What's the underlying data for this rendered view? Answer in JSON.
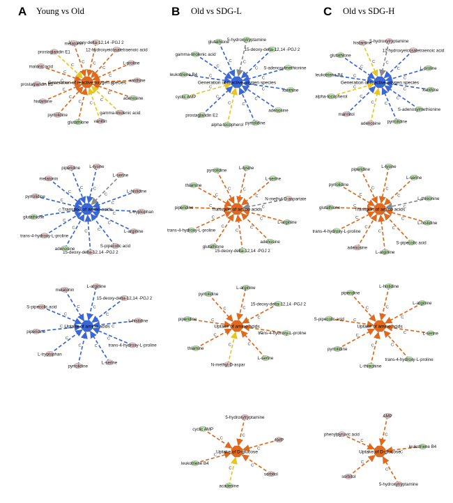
{
  "panels": [
    {
      "letter": "A",
      "title": "Young vs Old"
    },
    {
      "letter": "B",
      "title": "Old vs SDG-L"
    },
    {
      "letter": "C",
      "title": "Old vs SDG-H"
    }
  ],
  "colors": {
    "blue": "#3a66d6",
    "orange": "#dd6a1f",
    "yellow": "#e6c622",
    "gray": "#8a8a8a",
    "green": "#bfe3ad",
    "pink": "#e8c6c9",
    "node_stroke": "#9aa0a0"
  },
  "edge_label": "C",
  "networks": [
    {
      "col": 0,
      "row": 0,
      "hub": "Generation of reactive oxygen species",
      "hub_color": "orange",
      "nodes": [
        {
          "label": "15-deoxy-delta-12,14 -PGJ 2",
          "fill": "pink",
          "edge": "orange"
        },
        {
          "label": "12-hydroxyeicosatetraenoic acid",
          "fill": "pink",
          "edge": "orange"
        },
        {
          "label": "L-proline",
          "fill": "pink",
          "edge": "orange"
        },
        {
          "label": "xanthine",
          "fill": "pink",
          "edge": "orange"
        },
        {
          "label": "adenosine",
          "fill": "green",
          "edge": "orange"
        },
        {
          "label": "gamma-linolenic acid",
          "fill": "pink",
          "edge": "yellow"
        },
        {
          "label": "vanillin",
          "fill": "pink",
          "edge": "yellow"
        },
        {
          "label": "glutathione",
          "fill": "green",
          "edge": "orange"
        },
        {
          "label": "pyrrolidine",
          "fill": "pink",
          "edge": "orange"
        },
        {
          "label": "histamine",
          "fill": "pink",
          "edge": "orange"
        },
        {
          "label": "prostaglandin E2",
          "fill": "pink",
          "edge": "orange"
        },
        {
          "label": "malonic acid",
          "fill": "pink",
          "edge": "orange"
        },
        {
          "label": "prostaglandin E1",
          "fill": "pink",
          "edge": "yellow"
        },
        {
          "label": "melatonin",
          "fill": "pink",
          "edge": "orange"
        }
      ]
    },
    {
      "col": 1,
      "row": 0,
      "hub": "Generation of reactive oxygen species",
      "hub_color": "blue",
      "nodes": [
        {
          "label": "5-hydroxytryptamine",
          "fill": "green",
          "edge": "gray"
        },
        {
          "label": "15-deoxy-delta-12,14 -PGJ 2",
          "fill": "green",
          "edge": "blue"
        },
        {
          "label": "S-adenosylmethionine",
          "fill": "green",
          "edge": "blue"
        },
        {
          "label": "xanthine",
          "fill": "green",
          "edge": "blue"
        },
        {
          "label": "adenosine",
          "fill": "green",
          "edge": "blue"
        },
        {
          "label": "pyrrolidine",
          "fill": "green",
          "edge": "blue"
        },
        {
          "label": "alpha-tocopherol",
          "fill": "green",
          "edge": "yellow"
        },
        {
          "label": "prostaglandin E2",
          "fill": "green",
          "edge": "blue"
        },
        {
          "label": "cyclic AMP",
          "fill": "green",
          "edge": "yellow"
        },
        {
          "label": "leukotriene B4",
          "fill": "green",
          "edge": "blue"
        },
        {
          "label": "gamma-linolenic acid",
          "fill": "green",
          "edge": "blue"
        },
        {
          "label": "glutathione",
          "fill": "green",
          "edge": "blue"
        }
      ]
    },
    {
      "col": 2,
      "row": 0,
      "hub": "Generation of reactive oxygen species",
      "hub_color": "blue",
      "nodes": [
        {
          "label": "5-hydroxytryptamine",
          "fill": "pink",
          "edge": "gray"
        },
        {
          "label": "12-hydroxyeicosatetraenoic acid",
          "fill": "pink",
          "edge": "blue"
        },
        {
          "label": "L-proline",
          "fill": "green",
          "edge": "blue"
        },
        {
          "label": "xanthine",
          "fill": "green",
          "edge": "blue"
        },
        {
          "label": "S-adenosylmethionine",
          "fill": "green",
          "edge": "blue"
        },
        {
          "label": "pyrrolidine",
          "fill": "green",
          "edge": "blue"
        },
        {
          "label": "adenosine",
          "fill": "pink",
          "edge": "yellow"
        },
        {
          "label": "mannitol",
          "fill": "pink",
          "edge": "blue"
        },
        {
          "label": "alpha-tocopherol",
          "fill": "green",
          "edge": "yellow"
        },
        {
          "label": "leukotriene B4",
          "fill": "green",
          "edge": "blue"
        },
        {
          "label": "glutathione",
          "fill": "green",
          "edge": "blue"
        },
        {
          "label": "histamine",
          "fill": "pink",
          "edge": "yellow"
        }
      ]
    },
    {
      "col": 0,
      "row": 1,
      "hub": "Transport of amino acids",
      "hub_color": "blue",
      "nodes": [
        {
          "label": "L-lysine",
          "fill": "pink",
          "edge": "blue"
        },
        {
          "label": "L-serine",
          "fill": "pink",
          "edge": "gray"
        },
        {
          "label": "L-histidine",
          "fill": "pink",
          "edge": "blue"
        },
        {
          "label": "L-tryptophan",
          "fill": "pink",
          "edge": "blue"
        },
        {
          "label": "L-arginine",
          "fill": "pink",
          "edge": "blue"
        },
        {
          "label": "S-pipecolic acid",
          "fill": "pink",
          "edge": "blue"
        },
        {
          "label": "15-deoxy-delta-12,14 -PGJ 2",
          "fill": "pink",
          "edge": "blue"
        },
        {
          "label": "adenosine",
          "fill": "green",
          "edge": "blue"
        },
        {
          "label": "trans-4-hydroxy-L-proline",
          "fill": "pink",
          "edge": "blue"
        },
        {
          "label": "glutathione",
          "fill": "green",
          "edge": "blue"
        },
        {
          "label": "pyrrolidine",
          "fill": "pink",
          "edge": "blue"
        },
        {
          "label": "melatonin",
          "fill": "pink",
          "edge": "blue"
        },
        {
          "label": "piperidine",
          "fill": "pink",
          "edge": "blue"
        }
      ]
    },
    {
      "col": 1,
      "row": 1,
      "hub": "Transport of amino acids",
      "hub_color": "orange",
      "nodes": [
        {
          "label": "L-lysine",
          "fill": "green",
          "edge": "orange"
        },
        {
          "label": "L-serine",
          "fill": "green",
          "edge": "orange"
        },
        {
          "label": "N-methyl-D-aspartate",
          "fill": "pink",
          "edge": "gray"
        },
        {
          "label": "L-arginine",
          "fill": "green",
          "edge": "orange"
        },
        {
          "label": "adenosine",
          "fill": "green",
          "edge": "orange"
        },
        {
          "label": "15-deoxy-delta-12,14 -PGJ 2",
          "fill": "green",
          "edge": "orange"
        },
        {
          "label": "glutathione",
          "fill": "green",
          "edge": "orange"
        },
        {
          "label": "trans-4-hydroxy-L-proline",
          "fill": "green",
          "edge": "orange"
        },
        {
          "label": "piperidine",
          "fill": "green",
          "edge": "orange"
        },
        {
          "label": "thiamine",
          "fill": "green",
          "edge": "orange"
        },
        {
          "label": "pyrrolidine",
          "fill": "green",
          "edge": "orange"
        }
      ]
    },
    {
      "col": 2,
      "row": 1,
      "hub": "Transport of amino acids",
      "hub_color": "orange",
      "nodes": [
        {
          "label": "L-lysine",
          "fill": "green",
          "edge": "orange"
        },
        {
          "label": "L-serine",
          "fill": "green",
          "edge": "orange"
        },
        {
          "label": "L-threonine",
          "fill": "green",
          "edge": "gray"
        },
        {
          "label": "L-histidine",
          "fill": "green",
          "edge": "orange"
        },
        {
          "label": "S-pipecolic acid",
          "fill": "green",
          "edge": "orange"
        },
        {
          "label": "L-arginine",
          "fill": "green",
          "edge": "orange"
        },
        {
          "label": "adenosine",
          "fill": "pink",
          "edge": "orange"
        },
        {
          "label": "trans-4-hydroxy-L-proline",
          "fill": "green",
          "edge": "orange"
        },
        {
          "label": "glutathione",
          "fill": "green",
          "edge": "orange"
        },
        {
          "label": "pyrrolidine",
          "fill": "green",
          "edge": "orange"
        },
        {
          "label": "piperidine",
          "fill": "green",
          "edge": "orange"
        }
      ]
    },
    {
      "col": 0,
      "row": 2,
      "hub": "Uptake of amino acids",
      "hub_color": "blue",
      "nodes": [
        {
          "label": "L-arginine",
          "fill": "pink",
          "edge": "blue"
        },
        {
          "label": "15-deoxy-delta-12,14 -PGJ 2",
          "fill": "pink",
          "edge": "blue"
        },
        {
          "label": "L-histidine",
          "fill": "pink",
          "edge": "blue"
        },
        {
          "label": "trans-4-hydroxy-L-proline",
          "fill": "pink",
          "edge": "blue"
        },
        {
          "label": "L-serine",
          "fill": "pink",
          "edge": "blue"
        },
        {
          "label": "pyrrolidine",
          "fill": "pink",
          "edge": "blue"
        },
        {
          "label": "L-tryptophan",
          "fill": "pink",
          "edge": "blue"
        },
        {
          "label": "piperidine",
          "fill": "pink",
          "edge": "blue"
        },
        {
          "label": "S-pipecolic acid",
          "fill": "pink",
          "edge": "blue"
        },
        {
          "label": "melatonin",
          "fill": "pink",
          "edge": "blue"
        }
      ]
    },
    {
      "col": 1,
      "row": 2,
      "hub": "Uptake of amino acids",
      "hub_color": "orange",
      "nodes": [
        {
          "label": "L-arginine",
          "fill": "green",
          "edge": "orange"
        },
        {
          "label": "15-deoxy-delta-12,14 -PGJ 2",
          "fill": "green",
          "edge": "orange"
        },
        {
          "label": "trans-4-hydroxy-L-proline",
          "fill": "green",
          "edge": "orange"
        },
        {
          "label": "L-serine",
          "fill": "green",
          "edge": "orange"
        },
        {
          "label": "N-methyl-D-aspar",
          "fill": "pink",
          "edge": "yellow"
        },
        {
          "label": "thiamine",
          "fill": "green",
          "edge": "orange"
        },
        {
          "label": "piperidine",
          "fill": "green",
          "edge": "orange"
        },
        {
          "label": "pyrrolidine",
          "fill": "green",
          "edge": "orange"
        }
      ]
    },
    {
      "col": 2,
      "row": 2,
      "hub": "Uptake of amino acids",
      "hub_color": "orange",
      "nodes": [
        {
          "label": "L-histidine",
          "fill": "green",
          "edge": "orange"
        },
        {
          "label": "L-arginine",
          "fill": "green",
          "edge": "orange"
        },
        {
          "label": "L-serine",
          "fill": "green",
          "edge": "orange"
        },
        {
          "label": "trans-4-hydroxy-L-proline",
          "fill": "green",
          "edge": "orange"
        },
        {
          "label": "L-threonine",
          "fill": "green",
          "edge": "orange"
        },
        {
          "label": "pyrrolidine",
          "fill": "green",
          "edge": "orange"
        },
        {
          "label": "S-pipecolic acid",
          "fill": "green",
          "edge": "orange"
        },
        {
          "label": "piperidine",
          "fill": "green",
          "edge": "orange"
        }
      ]
    },
    {
      "col": 1,
      "row": 3,
      "hub": "Uptake of D-glucose",
      "hub_color": "orange",
      "nodes": [
        {
          "label": "5-hydroxytryptamine",
          "fill": "pink",
          "edge": "orange"
        },
        {
          "label": "AMP",
          "fill": "pink",
          "edge": "orange"
        },
        {
          "label": "sorbitol",
          "fill": "pink",
          "edge": "orange"
        },
        {
          "label": "acadesine",
          "fill": "green",
          "edge": "yellow"
        },
        {
          "label": "leukotriene B4",
          "fill": "green",
          "edge": "orange"
        },
        {
          "label": "cyclic AMP",
          "fill": "green",
          "edge": "orange"
        }
      ]
    },
    {
      "col": 2,
      "row": 3,
      "hub": "Uptake of D-glucose",
      "hub_color": "orange",
      "nodes": [
        {
          "label": "AMP",
          "fill": "pink",
          "edge": "orange"
        },
        {
          "label": "leukotriene B4",
          "fill": "green",
          "edge": "orange"
        },
        {
          "label": "5-hydroxytryptamine",
          "fill": "pink",
          "edge": "orange"
        },
        {
          "label": "sorbitol",
          "fill": "pink",
          "edge": "orange"
        },
        {
          "label": "phenylpyruvic acid",
          "fill": "pink",
          "edge": "orange"
        }
      ]
    }
  ]
}
